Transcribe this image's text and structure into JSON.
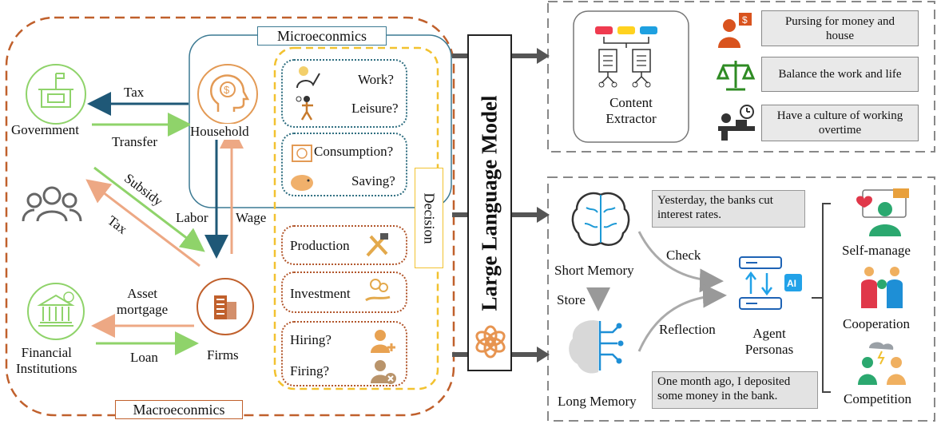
{
  "micro": {
    "title": "Microeconmics",
    "household": "Household",
    "decision": "Decision",
    "work": "Work?",
    "leisure": "Leisure?",
    "consumption": "Consumption?",
    "saving": "Saving?",
    "production": "Production",
    "investment": "Investment",
    "hiring": "Hiring?",
    "firing": "Firing?"
  },
  "macro": {
    "title": "Macroeconmics",
    "government": "Government",
    "tax_top": "Tax",
    "transfer": "Transfer",
    "subsidy": "Subsidy",
    "tax_diag": "Tax",
    "labor": "Labor",
    "wage": "Wage",
    "firms": "Firms",
    "financial": "Financial\nInstitutions",
    "asset": "Asset\nmortgage",
    "loan": "Loan"
  },
  "llm": {
    "title": "Large Language Model"
  },
  "extractor": {
    "label": "Content\nExtractor",
    "items": [
      "Pursing for money and\nhouse",
      "Balance the work and life",
      "Have a culture of working\novertime"
    ]
  },
  "memory": {
    "short": "Short Memory",
    "long": "Long Memory",
    "store": "Store",
    "check": "Check",
    "reflection": "Reflection",
    "short_note": "Yesterday, the banks cut\ninterest rates.",
    "long_note": "One month ago, I deposited\nsome money in the bank.",
    "agent": "Agent\nPersonas",
    "traits": [
      "Self-manage",
      "Cooperation",
      "Competition"
    ]
  },
  "colors": {
    "macro_border": "#c0602c",
    "micro_border": "#3c7a93",
    "decision_border": "#f2c230",
    "green_arrow": "#8fd36a",
    "salmon_arrow": "#eda884",
    "navy_arrow": "#1f5877",
    "gray_arrow": "#555555"
  }
}
